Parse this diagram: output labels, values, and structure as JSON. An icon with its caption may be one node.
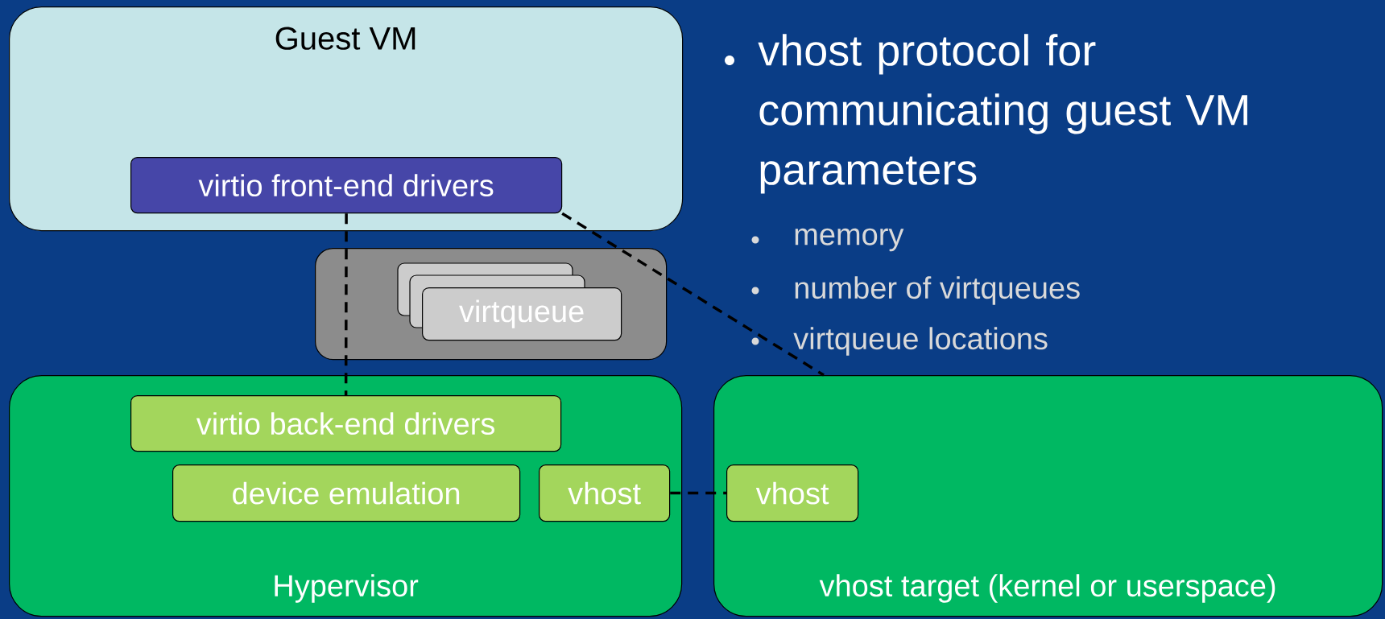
{
  "diagram": {
    "nodes": [
      {
        "text": [
          "Guest VM"
        ]
      },
      {
        "text": [
          "virtio front-end drivers"
        ],
        "in": 0
      },
      {
        "text": [],
        "shape": "box"
      },
      {
        "text": [
          "virtqueue"
        ],
        "in": 2
      },
      {
        "text": [
          "Hypervisor"
        ]
      },
      {
        "text": [
          "virtio back-end drivers"
        ],
        "in": 4
      },
      {
        "text": [
          "device emulation"
        ],
        "in": 4
      },
      {
        "text": [
          "vhost"
        ],
        "in": 4
      },
      {
        "text": [
          "vhost target (kernel or userspace)"
        ]
      },
      {
        "text": [
          "vhost"
        ],
        "in": 8
      }
    ],
    "edges": [
      {
        "from": 1,
        "to": 5,
        "arrow": "none",
        "style": "dashed"
      },
      {
        "from": 1,
        "to": 8,
        "arrow": "none",
        "style": "dashed"
      },
      {
        "from": 7,
        "to": 9,
        "arrow": "none",
        "style": "dashed"
      }
    ],
    "labels": [
      "vhost protocol for communicating guest VM parameters",
      "memory",
      "number of virtqueues",
      "virtqueue locations"
    ]
  }
}
